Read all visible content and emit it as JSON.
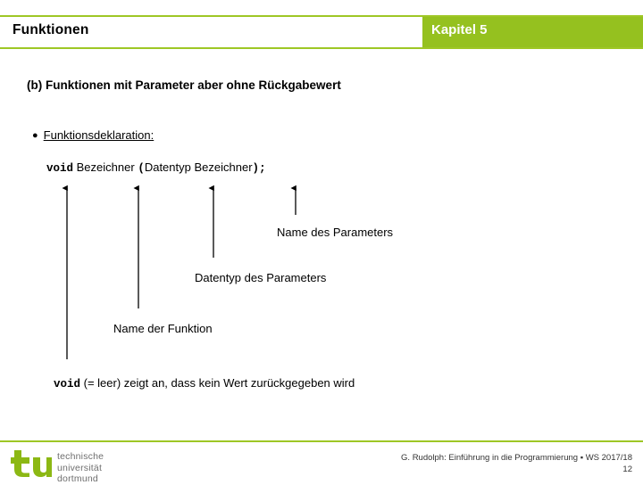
{
  "slide": {
    "header": {
      "title": "Funktionen",
      "chapter": "Kapitel 5",
      "green": "#95c11f"
    },
    "subtitle": "(b) Funktionen mit Parameter aber ohne Rückgabewert",
    "bullet": {
      "marker": "●",
      "label": "Funktionsdeklaration:"
    },
    "code": {
      "keyword": "void",
      "function_name": "Bezeichner",
      "paren_open": "(",
      "param_type": "Datentyp",
      "param_name": "Bezeichner",
      "paren_close": ")",
      "semicolon": ";"
    },
    "callouts": [
      {
        "label": "Name des Parameters"
      },
      {
        "label": "Datentyp des Parameters"
      },
      {
        "label": "Name der Funktion"
      }
    ],
    "note": {
      "keyword": "void",
      "text": " (= leer) zeigt an, dass kein Wert zurückgegeben wird"
    },
    "footer": {
      "logo_initials": "tu",
      "logo_line1": "technische universität",
      "logo_line2": "dortmund",
      "credit": "G. Rudolph: Einführung in die Programmierung ▪ WS 2017/18",
      "page": "12"
    }
  }
}
